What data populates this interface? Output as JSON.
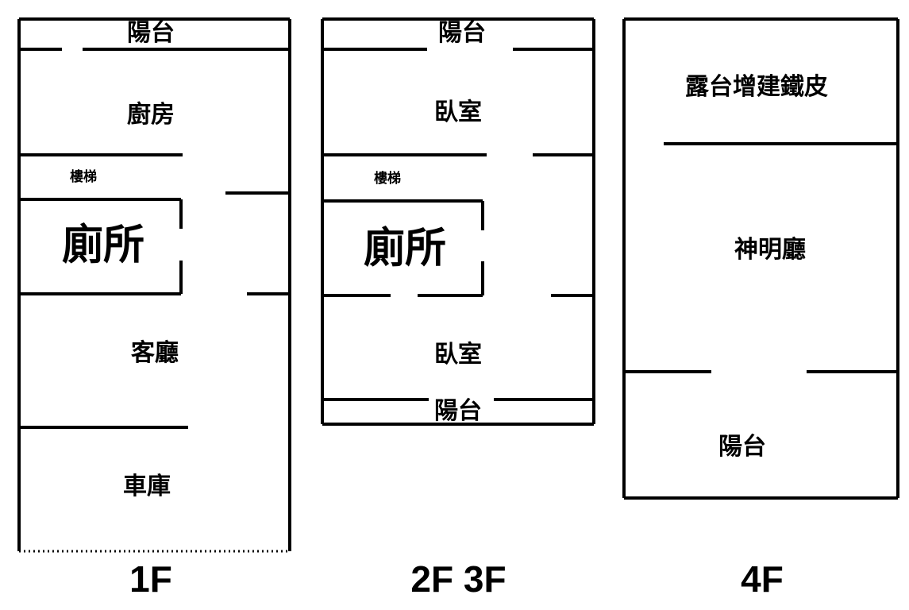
{
  "diagram": {
    "type": "floor-plan",
    "title_visible": false,
    "background_color": "#ffffff",
    "line_color": "#000000"
  },
  "panels": [
    {
      "id": "1f",
      "caption": "1F",
      "rooms": [
        {
          "id": "balcony-top",
          "label": "陽台",
          "size": "big"
        },
        {
          "id": "kitchen",
          "label": "廚房",
          "size": "big"
        },
        {
          "id": "stairs",
          "label": "樓梯",
          "size": "small"
        },
        {
          "id": "toilet",
          "label": "廁所",
          "size": "huge"
        },
        {
          "id": "living-room",
          "label": "客廳",
          "size": "big"
        },
        {
          "id": "garage",
          "label": "車庫",
          "size": "big"
        }
      ]
    },
    {
      "id": "2f3f",
      "caption": "2F 3F",
      "rooms": [
        {
          "id": "balcony-top",
          "label": "陽台",
          "size": "big"
        },
        {
          "id": "bedroom-upper",
          "label": "臥室",
          "size": "big"
        },
        {
          "id": "stairs",
          "label": "樓梯",
          "size": "small"
        },
        {
          "id": "toilet",
          "label": "廁所",
          "size": "huge"
        },
        {
          "id": "bedroom-lower",
          "label": "臥室",
          "size": "big"
        },
        {
          "id": "balcony-bottom",
          "label": "陽台",
          "size": "big"
        }
      ]
    },
    {
      "id": "4f",
      "caption": "4F",
      "rooms": [
        {
          "id": "terrace-steel-extension",
          "label": "露台增建鐵皮",
          "size": "big"
        },
        {
          "id": "shrine-hall",
          "label": "神明廳",
          "size": "big"
        },
        {
          "id": "balcony",
          "label": "陽台",
          "size": "big"
        }
      ]
    }
  ]
}
